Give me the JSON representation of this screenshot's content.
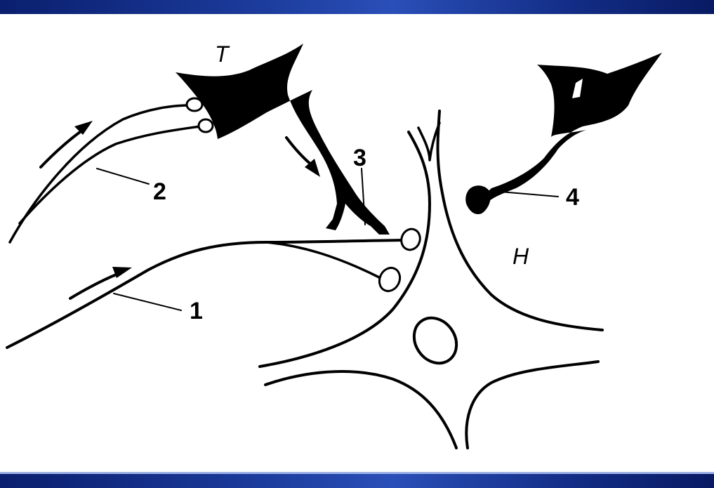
{
  "diagram": {
    "labels": {
      "neuron_t": "T",
      "neuron_h": "H",
      "label_1": "1",
      "label_2": "2",
      "label_3": "3",
      "label_4": "4"
    },
    "colors": {
      "band": "#1b3a9a",
      "ink": "#000000",
      "background": "#ffffff"
    }
  }
}
